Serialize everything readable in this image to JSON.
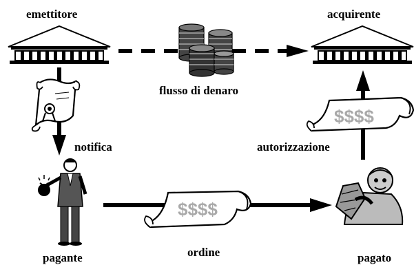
{
  "labels": {
    "emettitore": "emettitore",
    "acquirente": "acquirente",
    "flusso": "flusso di denaro",
    "notifica": "notifica",
    "autorizzazione": "autorizzazione",
    "pagante": "pagante",
    "ordine": "ordine",
    "pagato": "pagato"
  },
  "scrolls": {
    "ordine_text": "$$$$",
    "autorizzazione_text": "$$$$"
  },
  "colors": {
    "ink": "#000000",
    "money_text": "#a9a9a9",
    "scroll_fill": "#ffffff",
    "suit": "#555555"
  }
}
